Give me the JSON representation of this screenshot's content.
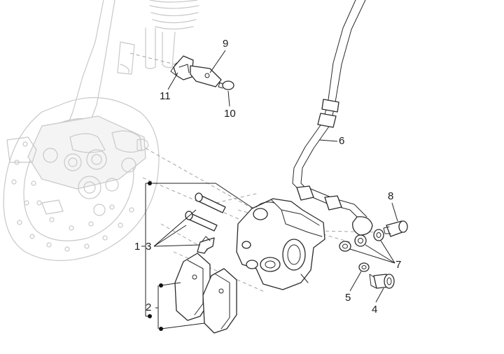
{
  "diagram": {
    "callouts": {
      "c1": "1",
      "c2": "2",
      "c3": "3",
      "c4": "4",
      "c5": "5",
      "c6": "6",
      "c7": "7",
      "c8": "8",
      "c9": "9",
      "c10": "10",
      "c11": "11"
    },
    "colors": {
      "ghost_stroke": "#c8c8c8",
      "part_stroke": "#2a2a2a",
      "dash_stroke": "#9a9a9a"
    }
  }
}
